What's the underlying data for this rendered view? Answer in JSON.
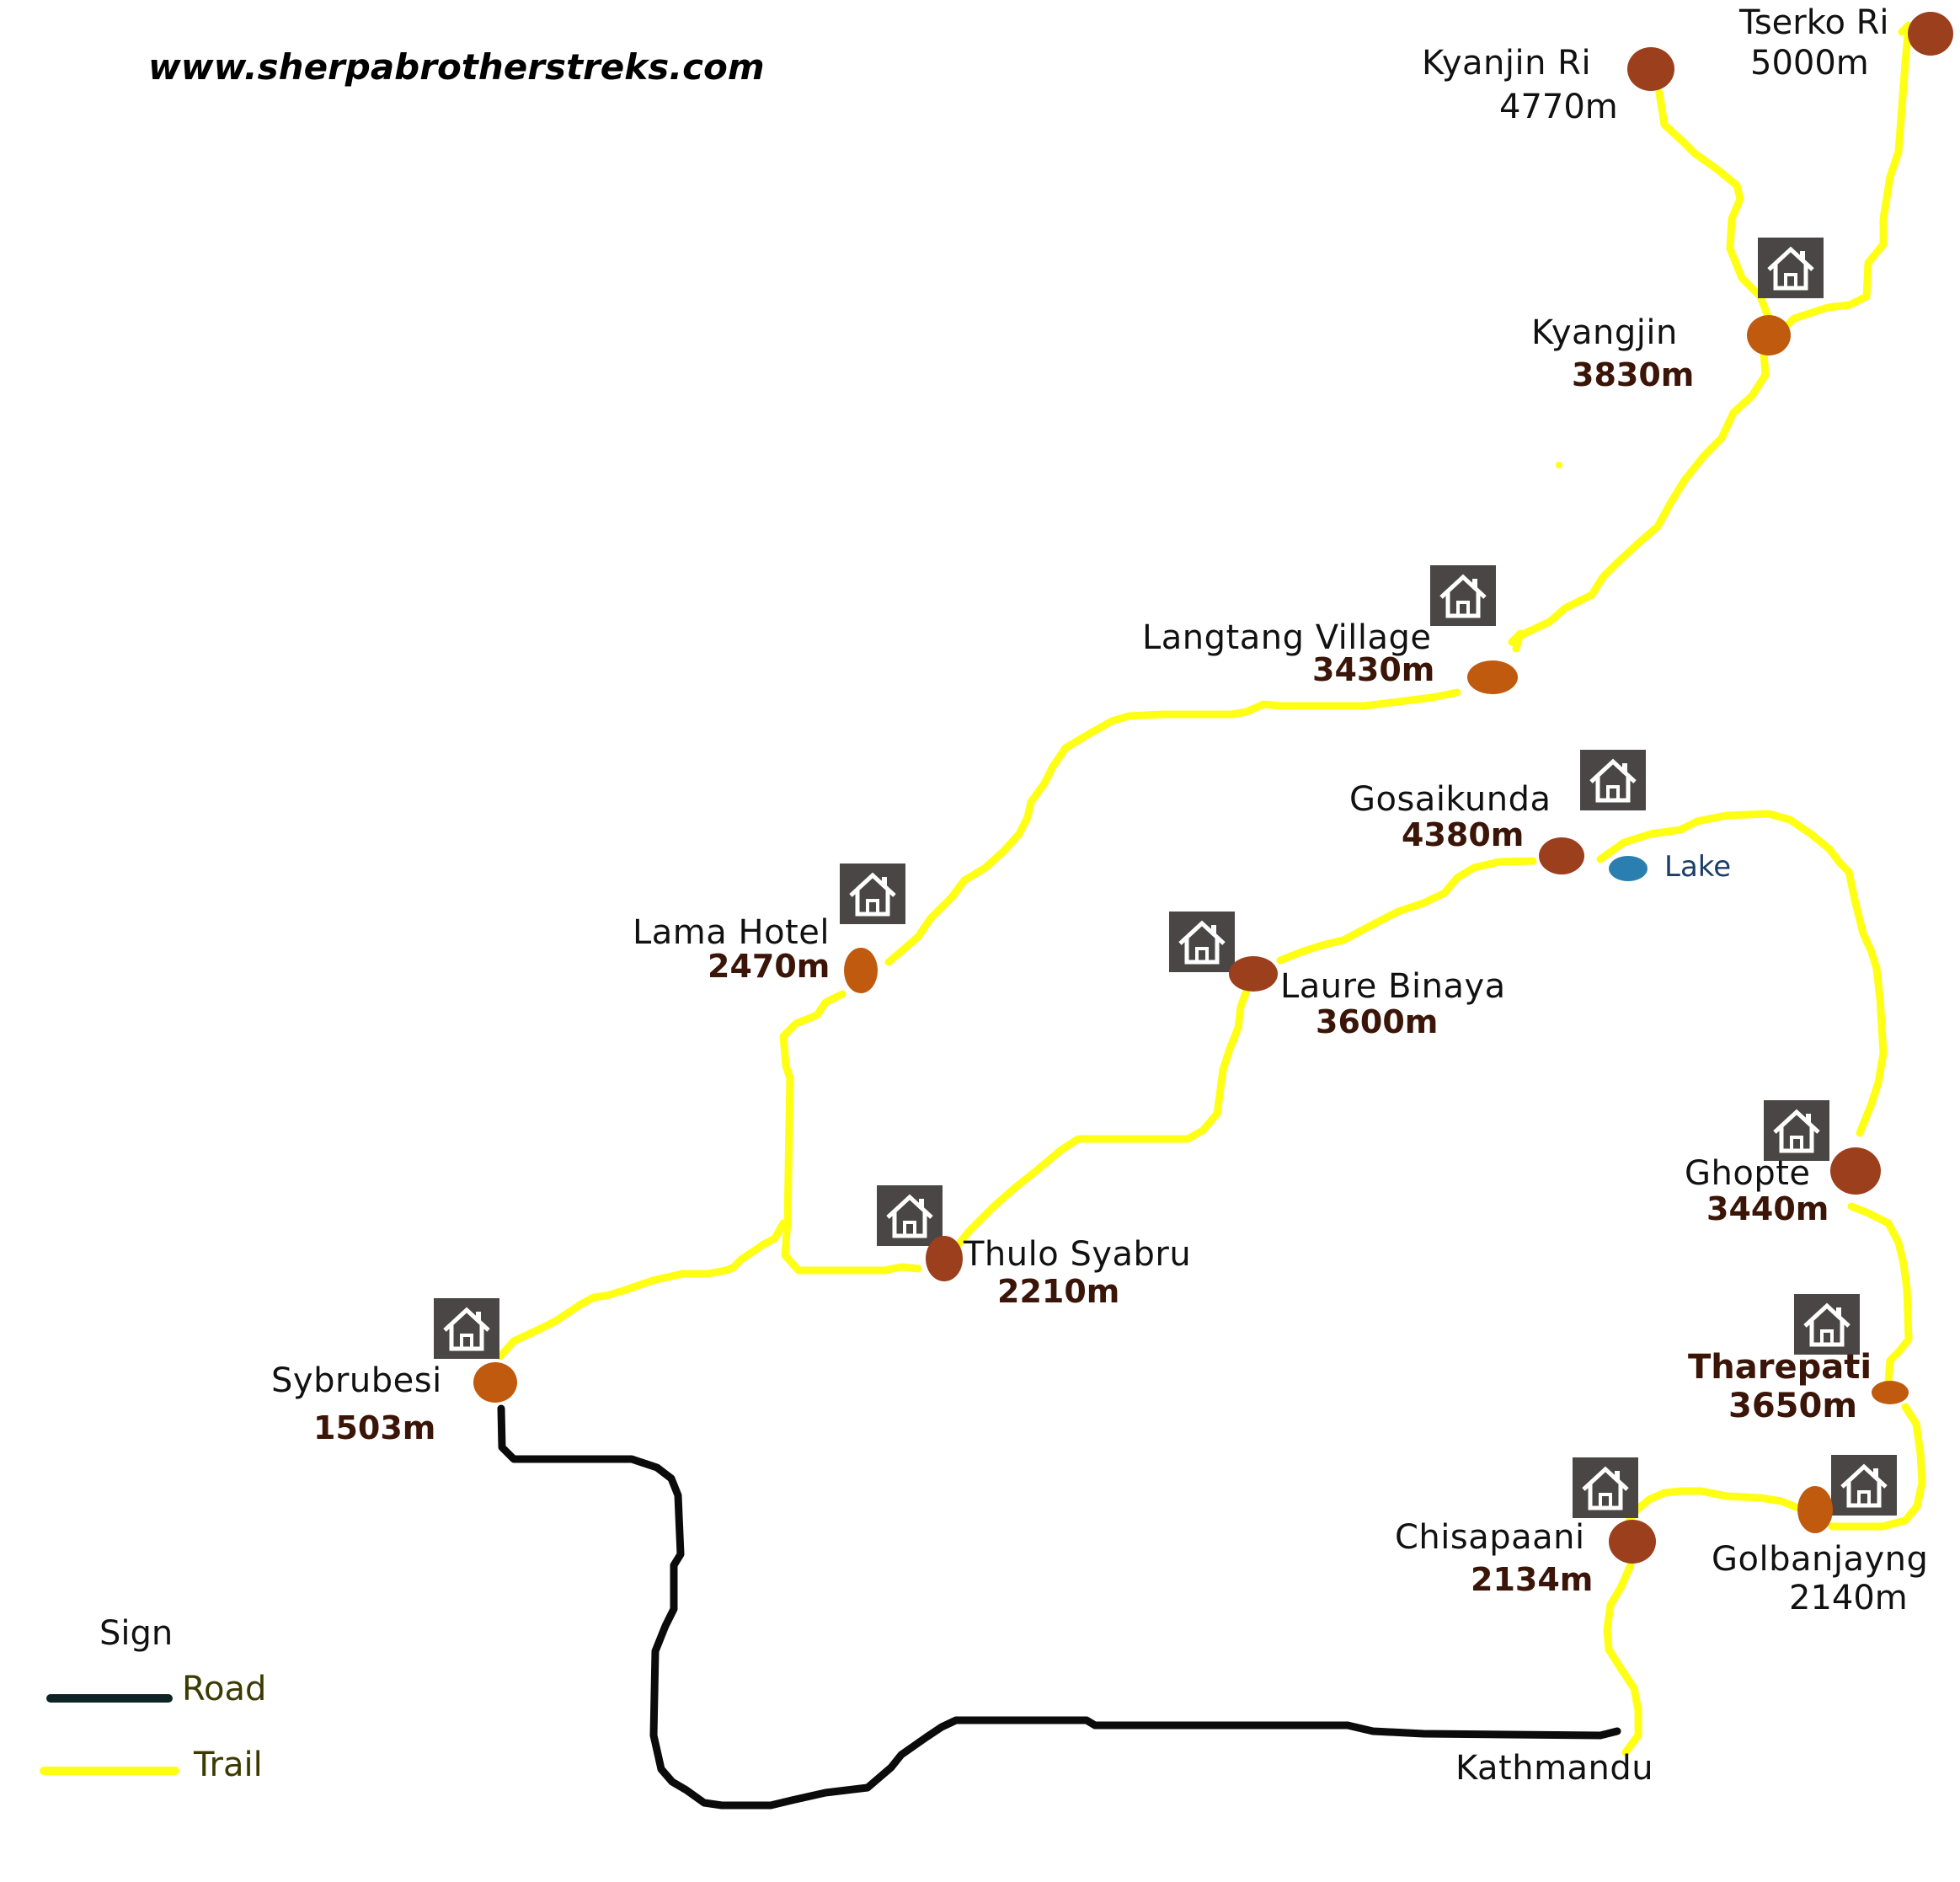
{
  "website": "www.sherpabrotherstreks.com",
  "legend": {
    "title": "Sign",
    "road_label": "Road",
    "trail_label": "Trail"
  },
  "lake_label": "Lake",
  "colors": {
    "trail": "#ffff14",
    "road": "#0b0b0b",
    "marker_orange": "#bf5a0e",
    "marker_brown": "#9c3f1c",
    "lake": "#2a7eb0",
    "lodge_icon_bg": "#4a4646"
  },
  "icons": {
    "lodge": "house-icon"
  },
  "places": {
    "tserko_ri": {
      "name": "Tserko Ri",
      "altitude": "5000m"
    },
    "kyanjin_ri": {
      "name": "Kyanjin Ri",
      "altitude": "4770m"
    },
    "kyangjin": {
      "name": "Kyangjin",
      "altitude": "3830m"
    },
    "langtang": {
      "name": "Langtang Village",
      "altitude": "3430m"
    },
    "gosaikunda": {
      "name": "Gosaikunda",
      "altitude": "4380m"
    },
    "lama_hotel": {
      "name": "Lama Hotel",
      "altitude": "2470m"
    },
    "laure_binaya": {
      "name": "Laure Binaya",
      "altitude": "3600m"
    },
    "ghopte": {
      "name": "Ghopte",
      "altitude": "3440m"
    },
    "thulo_syabru": {
      "name": "Thulo Syabru",
      "altitude": "2210m"
    },
    "tharepati": {
      "name": "Tharepati",
      "altitude": "3650m"
    },
    "sybrubesi": {
      "name": "Sybrubesi",
      "altitude": "1503m"
    },
    "chisapaani": {
      "name": "Chisapaani",
      "altitude": "2134m"
    },
    "golbanjayng": {
      "name": "Golbanjayng",
      "altitude": "2140m"
    },
    "kathmandu": {
      "name": "Kathmandu"
    }
  }
}
